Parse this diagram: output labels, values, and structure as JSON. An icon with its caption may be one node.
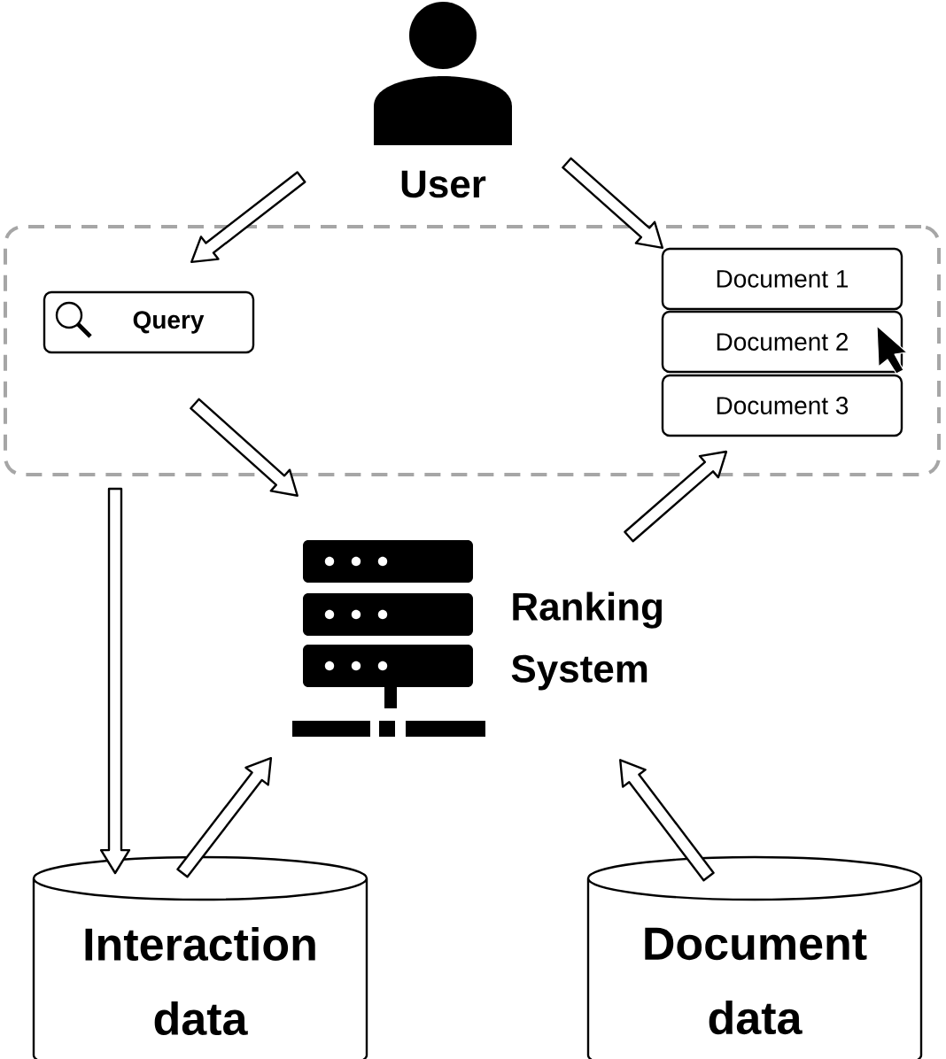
{
  "diagram": {
    "nodes": [
      {
        "text": [
          "User"
        ]
      },
      {
        "text": [],
        "shape": "box"
      },
      {
        "text": [
          "Query"
        ],
        "in": 1
      },
      {
        "text": [
          "Document 1"
        ],
        "in": 1
      },
      {
        "text": [
          "Document 2"
        ],
        "in": 1
      },
      {
        "text": [
          "Document 3"
        ],
        "in": 1
      },
      {
        "text": [
          "Ranking System"
        ]
      },
      {
        "text": [
          "Interaction data"
        ]
      },
      {
        "text": [
          "Document data"
        ]
      }
    ],
    "edges": [
      {
        "from": 0,
        "to": 2,
        "arrow": "to"
      },
      {
        "from": 0,
        "to": 3,
        "arrow": "to"
      },
      {
        "from": 2,
        "to": 6,
        "arrow": "to"
      },
      {
        "from": 6,
        "to": 5,
        "arrow": "to"
      },
      {
        "from": 1,
        "to": 7,
        "arrow": "to"
      },
      {
        "from": 7,
        "to": 6,
        "arrow": "to"
      },
      {
        "from": 8,
        "to": 6,
        "arrow": "to"
      }
    ]
  }
}
